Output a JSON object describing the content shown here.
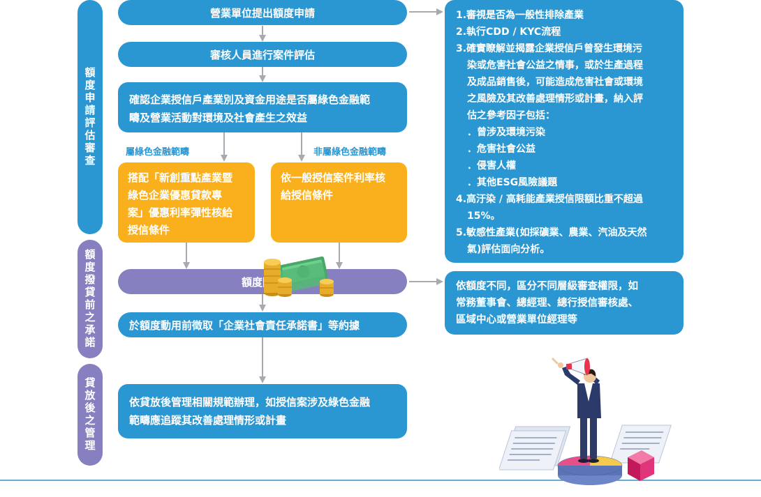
{
  "phases": {
    "evaluation": "額度申請評估審查",
    "commitment": "額度撥貸前之承諾",
    "post_loan": "貸放後之管理"
  },
  "flow": {
    "apply": "營業單位提出額度申請",
    "review": "審核人員進行案件評估",
    "confirm_line1": "確認企業授信戶產業別及資金用途是否屬綠色金融範",
    "confirm_line2": "疇及營業活動對環境及社會產生之效益",
    "branch_green_label": "屬綠色金融範疇",
    "branch_nongreen_label": "非屬綠色金融範疇",
    "green_line1": "搭配「新創重點產業暨",
    "green_line2": "綠色企業優惠貸款專",
    "green_line3": "案」優惠利率彈性核給",
    "green_line4": "授信條件",
    "nongreen_line1": "依一般授信案件利率核",
    "nongreen_line2": "給授信條件",
    "limit": "額度限定",
    "commitment_doc": "於額度動用前徵取「企業社會責任承諾書」等約據",
    "post_line1": "依貸放後管理相關規範辦理，如授信案涉及綠色金融",
    "post_line2": "範疇應追蹤其改善處理情形或計畫"
  },
  "review_panel": {
    "item1": "1.審視是否為一般性排除產業",
    "item2": "2.執行CDD / KYC流程",
    "item3_l1": "3.確實瞭解並揭露企業授信戶曾發生環境污",
    "item3_l2": "染或危害社會公益之情事，或於生產過程",
    "item3_l3": "及成品銷售後，可能造成危害社會或環境",
    "item3_l4": "之風險及其改善處理情形或計畫，納入評",
    "item3_l5": "估之參考因子包括：",
    "factor1": "．曾涉及環境污染",
    "factor2": "．危害社會公益",
    "factor3": "．侵害人權",
    "factor4": "．其他ESG風險議題",
    "item4_l1": "4.高汙染 / 高耗能產業授信限額比重不超過",
    "item4_l2": "15%。",
    "item5_l1": "5.敏感性產業(如採礦業、農業、汽油及天然",
    "item5_l2": "氣)評估面向分析。"
  },
  "authority_panel": {
    "line1": "依額度不同，區分不同層級審查權限，如",
    "line2": "常務董事會、總經理、總行授信審核處、",
    "line3": "區域中心或營業單位經理等"
  },
  "colors": {
    "blue": "#2a97d2",
    "purple": "#8780c0",
    "yellow": "#f9b01c",
    "arrow_gray": "#a7aaae",
    "baseline": "#3a8fc0"
  }
}
